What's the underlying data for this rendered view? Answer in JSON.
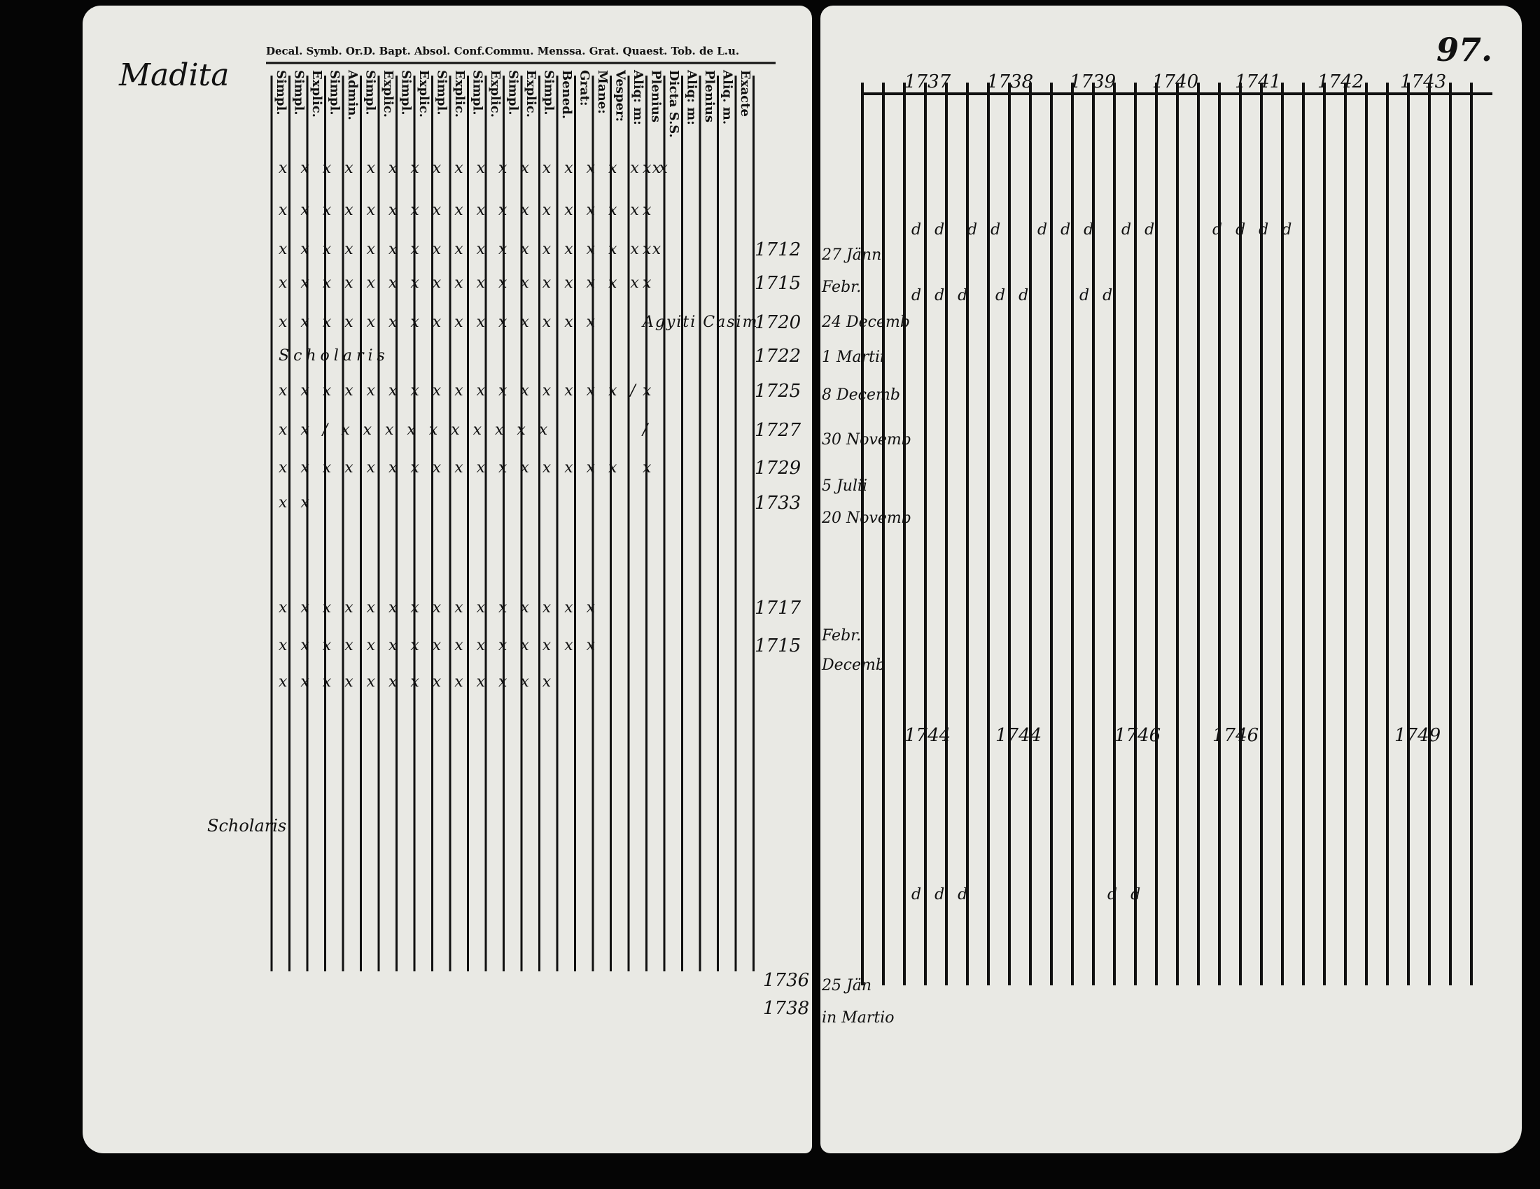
{
  "left_page": {
    "heading": "Madita",
    "column_header_line": "Decal. Symb. Or.D. Bapt. Absol. Conf.Commu. Menssa. Grat. Quaest. Tob. de L.u.",
    "column_subheaders": [
      "Simpl.",
      "Simpl.",
      "Explic.",
      "Simpl.",
      "Admin.",
      "Simpl.",
      "Explic.",
      "Simpl.",
      "Explic.",
      "Simpl.",
      "Explic.",
      "Simpl.",
      "Explic.",
      "Simpl.",
      "Explic.",
      "Simpl.",
      "Bened.",
      "Grat:",
      "Mane:",
      "Vesper:",
      "Aliq: m:",
      "Plenius",
      "Dicta S.S.",
      "Aliq: m:",
      "Plenius",
      "Aliq. m.",
      "Exacte"
    ],
    "rows": [
      {
        "marks": "x x x x x x x x x x x x x x x x x x",
        "extra": "x x",
        "year": ""
      },
      {
        "marks": "x x x x x x x x x x x x x x x x x",
        "extra": "x",
        "year": ""
      },
      {
        "marks": "x x x x x x x x x x x x x x x x x x",
        "extra": "x",
        "year": "1712"
      },
      {
        "marks": "x x x x x x x x x x x x x x x x x",
        "extra": "x",
        "year": "1715"
      },
      {
        "marks": "x x x x x x x x x x x x x x x",
        "extra": "Agyiti Casim",
        "year": "1720"
      },
      {
        "marks": "Scholaris",
        "extra": "",
        "year": "1722"
      },
      {
        "marks": "x x x x x x x x x x x x x x x x /",
        "extra": "x",
        "year": "1725"
      },
      {
        "marks": "x x / x x x x x x x x x x",
        "extra": "/",
        "year": "1727"
      },
      {
        "marks": "x x x x x x x x x x x x x x x x",
        "extra": "x",
        "year": "1729"
      },
      {
        "marks": "x x",
        "extra": "",
        "year": "1733"
      },
      {
        "marks": "x x x x x x x x x x x x x x x",
        "extra": "",
        "year": "1717"
      },
      {
        "marks": "x x x x x x x x x x x x x x x",
        "extra": "",
        "year": "1715"
      },
      {
        "marks": "x x x x x x x x x x x x x",
        "extra": "",
        "year": ""
      }
    ],
    "lower_labels": [
      "Scholaris"
    ],
    "bottom_years": [
      "1736",
      "1738"
    ]
  },
  "right_page": {
    "page_number": "97.",
    "year_headers": [
      "1737",
      "1738",
      "1739",
      "1740",
      "1741",
      "1742",
      "1743"
    ],
    "dates": [
      "27 Jänn",
      "Febr.",
      "24 Decemb",
      "1 Martii",
      "8 Decemb",
      "30 Novemb",
      "5 Julii",
      "20 Novemb",
      "Febr.",
      "Decemb",
      "25 Jän",
      "in Martio"
    ],
    "marks": [
      "d d",
      "d d",
      "d d d",
      "d d",
      "d d d d",
      "d d d",
      "d d",
      "d d",
      "d d d",
      "d d"
    ],
    "lower_years": [
      "1744",
      "1744",
      "1746",
      "1746",
      "1749"
    ]
  }
}
